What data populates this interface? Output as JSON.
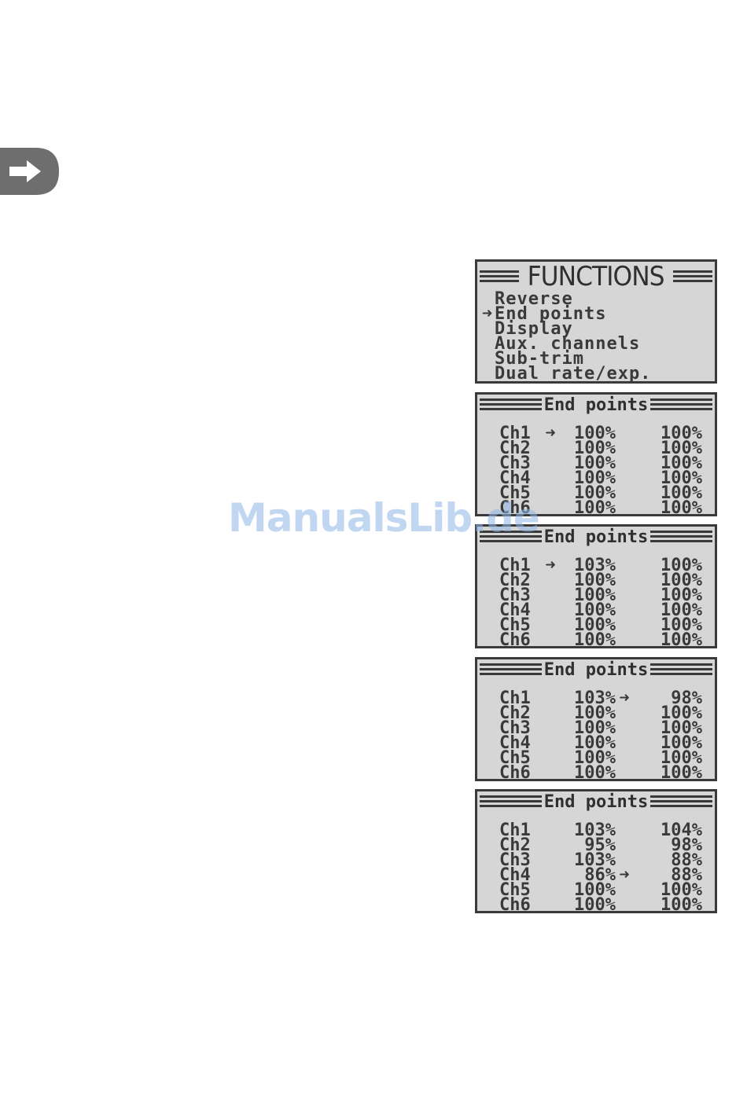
{
  "marker": {
    "icon": "right-arrow-tab-icon",
    "color": "#6e6e6e"
  },
  "watermark": "ManualsLib.de",
  "functions_screen": {
    "title": "FUNCTIONS",
    "items": [
      "Reverse",
      "End points",
      "Display",
      "Aux. channels",
      "Sub-trim",
      "Dual rate/exp."
    ],
    "cursor_glyph": "➜",
    "selected_index": 1
  },
  "end_point_screens": [
    {
      "title": "End points",
      "rows": [
        {
          "ch": "Ch1",
          "v1": "100%",
          "v2": "100%",
          "cursor": "after-label"
        },
        {
          "ch": "Ch2",
          "v1": "100%",
          "v2": "100%",
          "cursor": ""
        },
        {
          "ch": "Ch3",
          "v1": "100%",
          "v2": "100%",
          "cursor": ""
        },
        {
          "ch": "Ch4",
          "v1": "100%",
          "v2": "100%",
          "cursor": ""
        },
        {
          "ch": "Ch5",
          "v1": "100%",
          "v2": "100%",
          "cursor": ""
        },
        {
          "ch": "Ch6",
          "v1": "100%",
          "v2": "100%",
          "cursor": ""
        }
      ]
    },
    {
      "title": "End points",
      "rows": [
        {
          "ch": "Ch1",
          "v1": "103%",
          "v2": "100%",
          "cursor": "after-label"
        },
        {
          "ch": "Ch2",
          "v1": "100%",
          "v2": "100%",
          "cursor": ""
        },
        {
          "ch": "Ch3",
          "v1": "100%",
          "v2": "100%",
          "cursor": ""
        },
        {
          "ch": "Ch4",
          "v1": "100%",
          "v2": "100%",
          "cursor": ""
        },
        {
          "ch": "Ch5",
          "v1": "100%",
          "v2": "100%",
          "cursor": ""
        },
        {
          "ch": "Ch6",
          "v1": "100%",
          "v2": "100%",
          "cursor": ""
        }
      ]
    },
    {
      "title": "End points",
      "rows": [
        {
          "ch": "Ch1",
          "v1": "103%",
          "v2": "98%",
          "cursor": "after-v1"
        },
        {
          "ch": "Ch2",
          "v1": "100%",
          "v2": "100%",
          "cursor": ""
        },
        {
          "ch": "Ch3",
          "v1": "100%",
          "v2": "100%",
          "cursor": ""
        },
        {
          "ch": "Ch4",
          "v1": "100%",
          "v2": "100%",
          "cursor": ""
        },
        {
          "ch": "Ch5",
          "v1": "100%",
          "v2": "100%",
          "cursor": ""
        },
        {
          "ch": "Ch6",
          "v1": "100%",
          "v2": "100%",
          "cursor": ""
        }
      ]
    },
    {
      "title": "End points",
      "rows": [
        {
          "ch": "Ch1",
          "v1": "103%",
          "v2": "104%",
          "cursor": ""
        },
        {
          "ch": "Ch2",
          "v1": "95%",
          "v2": "98%",
          "cursor": ""
        },
        {
          "ch": "Ch3",
          "v1": "103%",
          "v2": "88%",
          "cursor": ""
        },
        {
          "ch": "Ch4",
          "v1": "86%",
          "v2": "88%",
          "cursor": "after-v1"
        },
        {
          "ch": "Ch5",
          "v1": "100%",
          "v2": "100%",
          "cursor": ""
        },
        {
          "ch": "Ch6",
          "v1": "100%",
          "v2": "100%",
          "cursor": ""
        }
      ]
    }
  ]
}
